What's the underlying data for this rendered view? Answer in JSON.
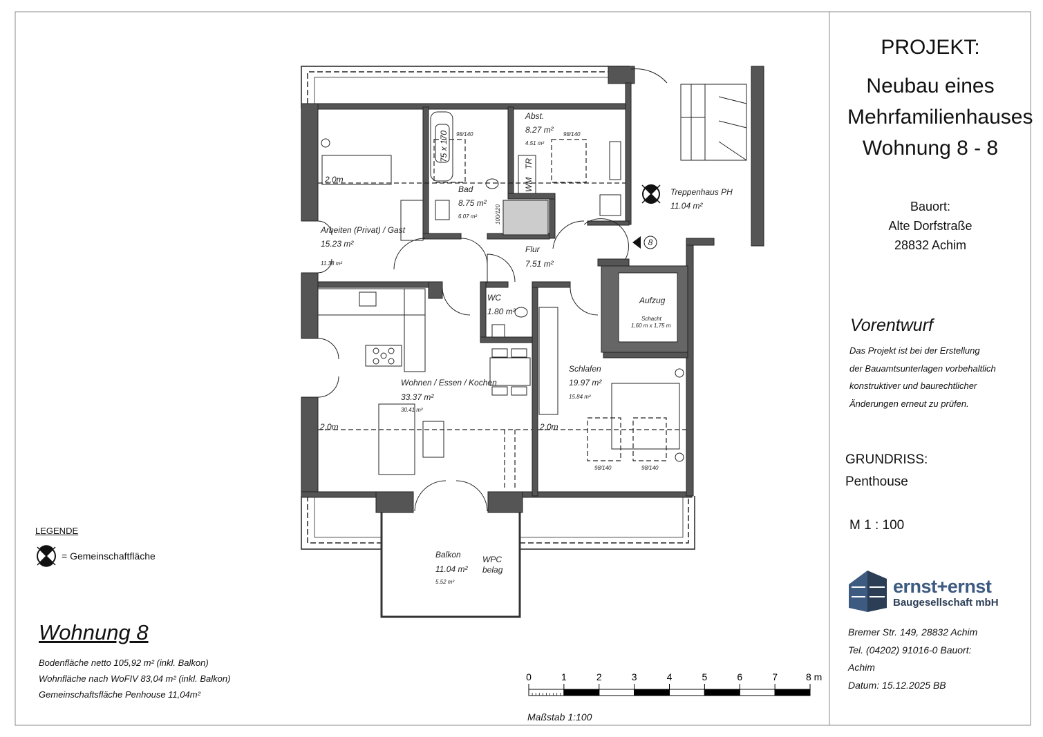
{
  "title_block": {
    "projekt_label": "PROJEKT:",
    "project_lines": [
      "Neubau eines",
      "Mehrfamilienhauses",
      "Wohnung 8 - 8"
    ],
    "bauort_label": "Bauort:",
    "bauort_lines": [
      "Alte Dorfstraße",
      "28832 Achim"
    ],
    "vorentwurf_title": "Vorentwurf",
    "vorentwurf_lines": [
      "Das Projekt ist bei der Erstellung",
      "der Bauamtsunterlagen vorbehaltlich",
      "konstruktiver und baurechtlicher",
      "Änderungen erneut zu prüfen."
    ],
    "grundriss_label": "GRUNDRISS:",
    "grundriss_value": "Penthouse",
    "scale": "M  1 : 100",
    "company_name": "ernst+ernst",
    "company_sub": "Baugesellschaft mbH",
    "company_color": "#3d5a80",
    "address_lines": [
      "Bremer Str. 149, 28832 Achim",
      "Tel. (04202) 91016-0  Bauort:",
      "Achim",
      "Datum: 15.12.2025 BB"
    ]
  },
  "legend": {
    "title": "LEGENDE",
    "item": "= Gemeinschaftfläche"
  },
  "summary": {
    "title": "Wohnung 8",
    "lines": [
      "Bodenfläche netto 105,92 m² (inkl. Balkon)",
      "Wohnfläche nach WoFIV 83,04 m² (inkl. Balkon)",
      "Gemeinschaftsfläche Penhouse 11,04m²"
    ]
  },
  "rooms": {
    "arbeiten": {
      "name": "Arbeiten (Privat) / Gast",
      "area": "15.23 m²",
      "sub": "11.38 m²"
    },
    "bad": {
      "name": "Bad",
      "area": "8.75 m²",
      "sub": "6.07 m²"
    },
    "abst": {
      "name": "Abst.",
      "area": "8.27 m²",
      "sub": "4.51 m²"
    },
    "treppenhaus": {
      "name": "Treppenhaus PH",
      "area": "11.04 m²"
    },
    "flur": {
      "name": "Flur",
      "area": "7.51 m²"
    },
    "wc": {
      "name": "WC",
      "area": "1.80 m²"
    },
    "aufzug": {
      "name": "Aufzug",
      "shaft": "Schacht",
      "shaft_size": "1,60 m x 1,75 m"
    },
    "wohnen": {
      "name": "Wohnen / Essen / Kochen",
      "area": "33.37 m²",
      "sub": "30.41 m²"
    },
    "schlafen": {
      "name": "Schlafen",
      "area": "19.97 m²",
      "sub": "15.84 m²"
    },
    "balkon": {
      "name": "Balkon",
      "area": "11.04 m²",
      "sub": "5.52 m²",
      "floor": [
        "WPC",
        "belag"
      ]
    }
  },
  "annotations": {
    "height_line": "2,0m",
    "window": "98/140",
    "tub": "75 x 170",
    "shower": "100/120",
    "dryer": "TR",
    "washer": "WM",
    "apartment_number": "8"
  },
  "scale_bar": {
    "ticks": [
      "0",
      "1",
      "2",
      "3",
      "4",
      "5",
      "6",
      "7",
      "8 m"
    ],
    "caption": "Maßstab 1:100"
  }
}
